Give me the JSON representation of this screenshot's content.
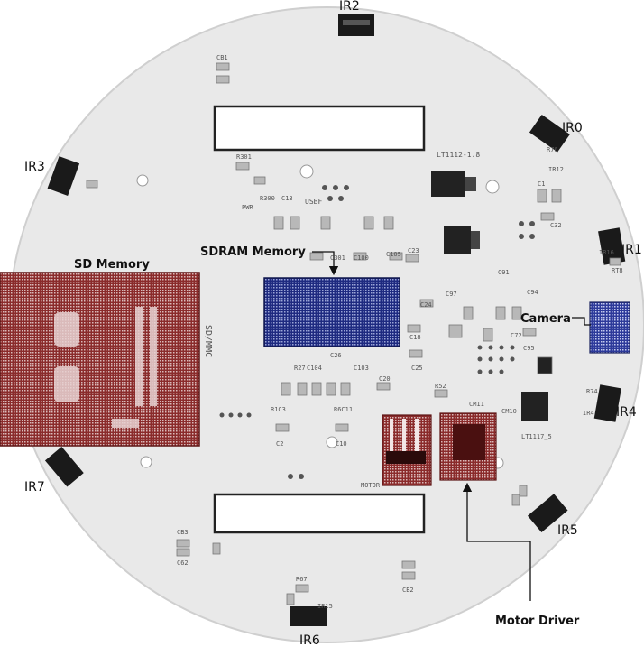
{
  "sensors": {
    "ir0": "IR0",
    "ir1": "IR1",
    "ir2": "IR2",
    "ir3": "IR3",
    "ir4": "IR4",
    "ir5": "IR5",
    "ir6": "IR6",
    "ir7": "IR7"
  },
  "modules": {
    "sd_memory": "SD Memory",
    "sdram_memory": "SDRAM Memory",
    "camera": "Camera",
    "motor_driver": "Motor Driver"
  },
  "board_text": {
    "sd_mmc": "SD/MMC",
    "lt1112_18": "LT1112-1.8",
    "lt1117_5": "LT1117_5",
    "usbf": "USBF",
    "motor": "MOTOR",
    "pwr": "PWR",
    "ir12": "IR12",
    "ir16": "IR16",
    "ir4t": "IR4",
    "ir15": "IR15",
    "r301": "R301",
    "r300": "R300",
    "c13": "C13",
    "c301": "C301",
    "c100": "C100",
    "c105": "C105",
    "c23": "C23",
    "c24": "C24",
    "c97": "C97",
    "c18": "C18",
    "c25": "C25",
    "c26": "C26",
    "c104": "C104",
    "c103": "C103",
    "c20": "C20",
    "r52": "R52",
    "c72": "C72",
    "c95": "C95",
    "c94": "C94",
    "c91": "C91",
    "c10": "C10",
    "c2": "C2",
    "r1c3": "R1C3",
    "r6c11": "R6C11",
    "cm11": "CM11",
    "cm10": "CM10",
    "cb1": "CB1",
    "cb2": "CB2",
    "c62": "C62",
    "cb3": "CB3",
    "r67": "R67",
    "r27": "R27",
    "c32": "C32",
    "c1": "C1",
    "rt8": "RT8",
    "r74": "R74",
    "r76": "R76"
  },
  "colors": {
    "board": "#e9e9e9",
    "board_edge": "#cfcfcf",
    "sd_highlight": "#7a1e1e",
    "sdram_highlight": "#1e2a7a",
    "camera_highlight": "#2a3590",
    "motor_highlight": "#7a1e1e",
    "connector": "#1a1a1a",
    "pad": "#b8b8b8"
  }
}
